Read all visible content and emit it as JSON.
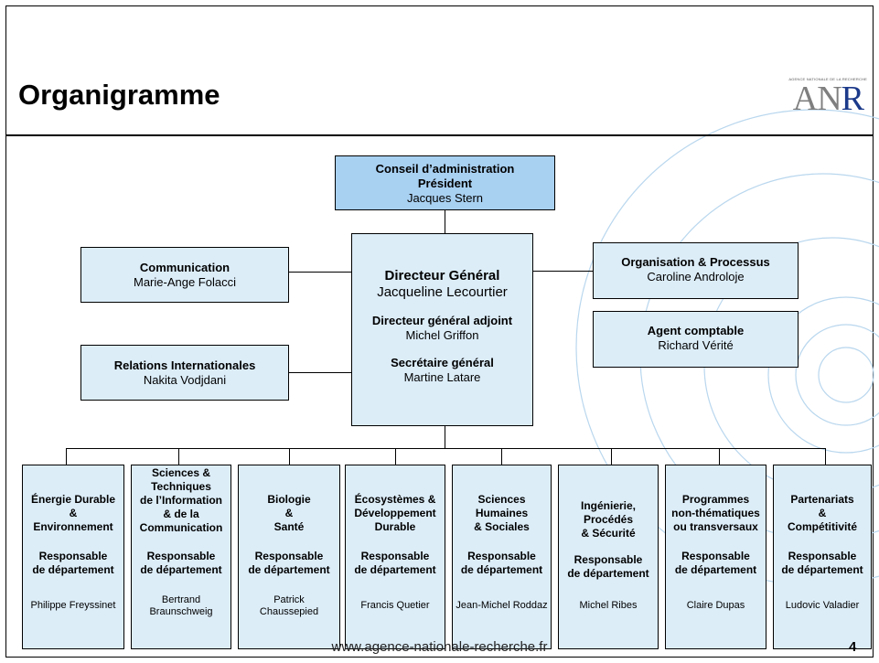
{
  "slide": {
    "title": "Organigramme",
    "logo_small": "AGENCE NATIONALE DE LA RECHERCHE",
    "logo_letters_a": "AN",
    "logo_letters_r": "R",
    "footer_url": "www.agence-nationale-recherche.fr",
    "page_number": "4"
  },
  "org": {
    "board": {
      "line1": "Conseil d’administration",
      "line2": "Président",
      "name": "Jacques Stern"
    },
    "dg": {
      "title": "Directeur Général",
      "name": "Jacqueline Lecourtier",
      "deputy_title": "Directeur général adjoint",
      "deputy_name": "Michel Griffon",
      "sg_title": "Secrétaire général",
      "sg_name": "Martine Latare"
    },
    "communication": {
      "title": "Communication",
      "name": "Marie-Ange Folacci"
    },
    "intl": {
      "title": "Relations Internationales",
      "name": "Nakita Vodjdani"
    },
    "orga": {
      "title": "Organisation & Processus",
      "name": "Caroline Androloje"
    },
    "agent": {
      "title": "Agent comptable",
      "name": "Richard Vérité"
    },
    "departments": [
      {
        "lines": [
          "Énergie Durable",
          "&",
          "Environnement"
        ],
        "role": [
          "Responsable",
          "de département"
        ],
        "person": [
          "Philippe Freyssinet"
        ]
      },
      {
        "lines": [
          "Sciences &",
          "Techniques",
          "de l’Information",
          "& de la",
          "Communication"
        ],
        "role": [
          "Responsable",
          "de département"
        ],
        "person": [
          "Bertrand",
          "Braunschweig"
        ]
      },
      {
        "lines": [
          "Biologie",
          "&",
          "Santé"
        ],
        "role": [
          "Responsable",
          "de département"
        ],
        "person": [
          "Patrick",
          "Chaussepied"
        ]
      },
      {
        "lines": [
          "Écosystèmes &",
          "Développement",
          "Durable"
        ],
        "role": [
          "Responsable",
          "de département"
        ],
        "person": [
          "Francis Quetier"
        ]
      },
      {
        "lines": [
          "Sciences",
          "Humaines",
          "& Sociales"
        ],
        "role": [
          "Responsable",
          "de département"
        ],
        "person": [
          "Jean-Michel Roddaz"
        ]
      },
      {
        "lines": [
          "Ingénierie,",
          "Procédés",
          "& Sécurité"
        ],
        "role": [
          "Responsable",
          "de département"
        ],
        "person": [
          "Michel Ribes"
        ]
      },
      {
        "lines": [
          "Programmes",
          "non-thématiques",
          "ou transversaux"
        ],
        "role": [
          "Responsable",
          "de département"
        ],
        "person": [
          "Claire Dupas"
        ]
      },
      {
        "lines": [
          "Partenariats",
          "&",
          "Compétitivité"
        ],
        "role": [
          "Responsable",
          "de département"
        ],
        "person": [
          "Ludovic Valadier"
        ]
      }
    ]
  }
}
